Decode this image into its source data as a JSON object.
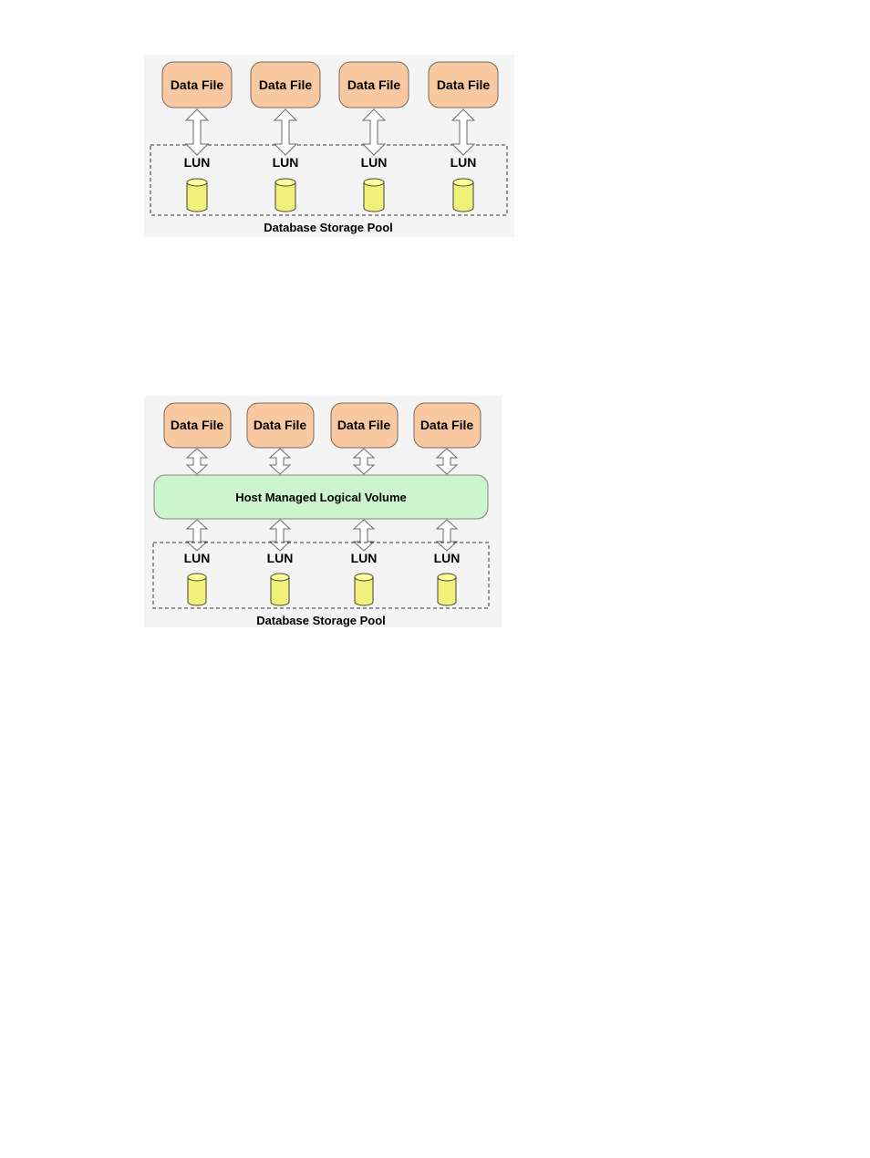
{
  "diagram1": {
    "data_files": [
      "Data File",
      "Data File",
      "Data File",
      "Data File"
    ],
    "luns": [
      "LUN",
      "LUN",
      "LUN",
      "LUN"
    ],
    "pool_label": "Database Storage Pool"
  },
  "diagram2": {
    "data_files": [
      "Data File",
      "Data File",
      "Data File",
      "Data File"
    ],
    "volume_label": "Host Managed Logical Volume",
    "luns": [
      "LUN",
      "LUN",
      "LUN",
      "LUN"
    ],
    "pool_label": "Database Storage Pool"
  },
  "colors": {
    "data_file_fill": "#f8c9a0",
    "volume_fill": "#cdf5cd",
    "disk_fill": "#f0f07a"
  }
}
